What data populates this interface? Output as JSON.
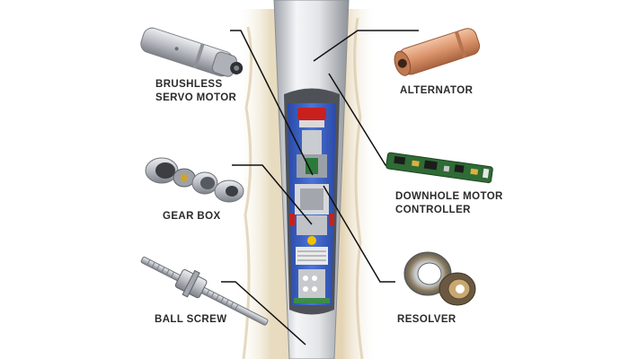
{
  "labels": {
    "brushless_servo_motor": {
      "line1": "BRUSHLESS",
      "line2": "SERVO MOTOR"
    },
    "alternator": "ALTERNATOR",
    "downhole_motor_controller": {
      "line1": "DOWNHOLE MOTOR",
      "line2": "CONTROLLER"
    },
    "gear_box": "GEAR BOX",
    "ball_screw": "BALL SCREW",
    "resolver": "RESOLVER"
  },
  "colors": {
    "leader_line": "#111111",
    "cutaway_interior": "#3a5fc4",
    "alternator_copper": "#d9926a",
    "motor_steel": "#b9bcc2",
    "pcb_green": "#2f6b35",
    "wellbore_rock": "#e8dcc0"
  },
  "icons": [
    "servo-motor-icon",
    "alternator-icon",
    "motor-controller-board-icon",
    "gear-box-icon",
    "resolver-icon",
    "ball-screw-icon",
    "downhole-tool-cutaway"
  ]
}
